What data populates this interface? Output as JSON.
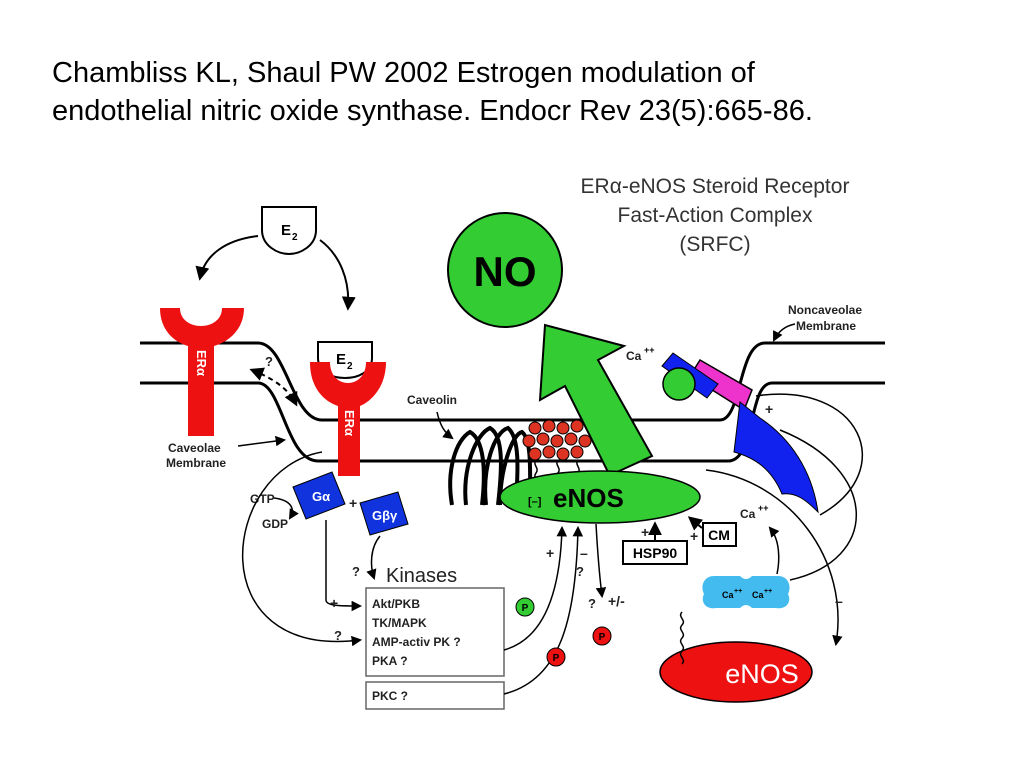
{
  "citation": {
    "line1": "Chambliss KL, Shaul PW 2002 Estrogen modulation of",
    "line2": "endothelial nitric oxide synthase. Endocr Rev 23(5):665-86."
  },
  "diagram": {
    "complex_title": {
      "line1": "ERα-eNOS Steroid Receptor",
      "line2": "Fast-Action Complex",
      "line3": "(SRFC)"
    },
    "no_label": "NO",
    "e2_label": "E",
    "e2_sub": "2",
    "era_label": "ERα",
    "noncaveolae_label": {
      "line1": "Noncaveolae",
      "line2": "Membrane"
    },
    "caveolae_label": {
      "line1": "Caveolae",
      "line2": "Membrane"
    },
    "caveolin_label": "Caveolin",
    "ca_label": "Ca",
    "ca_sup": "++",
    "g_alpha": "Gα",
    "g_betagamma": "Gβγ",
    "gtp": "GTP",
    "gdp": "GDP",
    "plus": "+",
    "minus": "–",
    "question": "?",
    "plus_minus": "+/-",
    "kinases_title": "Kinases",
    "kinases": [
      "Akt/PKB",
      "TK/MAPK",
      "AMP-activ PK ?",
      "PKA ?"
    ],
    "pkc": "PKC ?",
    "enos_label": "eNOS",
    "enos_inner": "[–]",
    "hsp90": "HSP90",
    "cm": "CM",
    "p_label": "P",
    "colors": {
      "no_green": "#33cc33",
      "receptor_red": "#ee1111",
      "g_protein_blue": "#1133dd",
      "channel_magenta": "#ee33cc",
      "channel_blue": "#1122ee",
      "cm_cyan": "#44bbee",
      "caveolin_red": "#dd3322"
    }
  }
}
